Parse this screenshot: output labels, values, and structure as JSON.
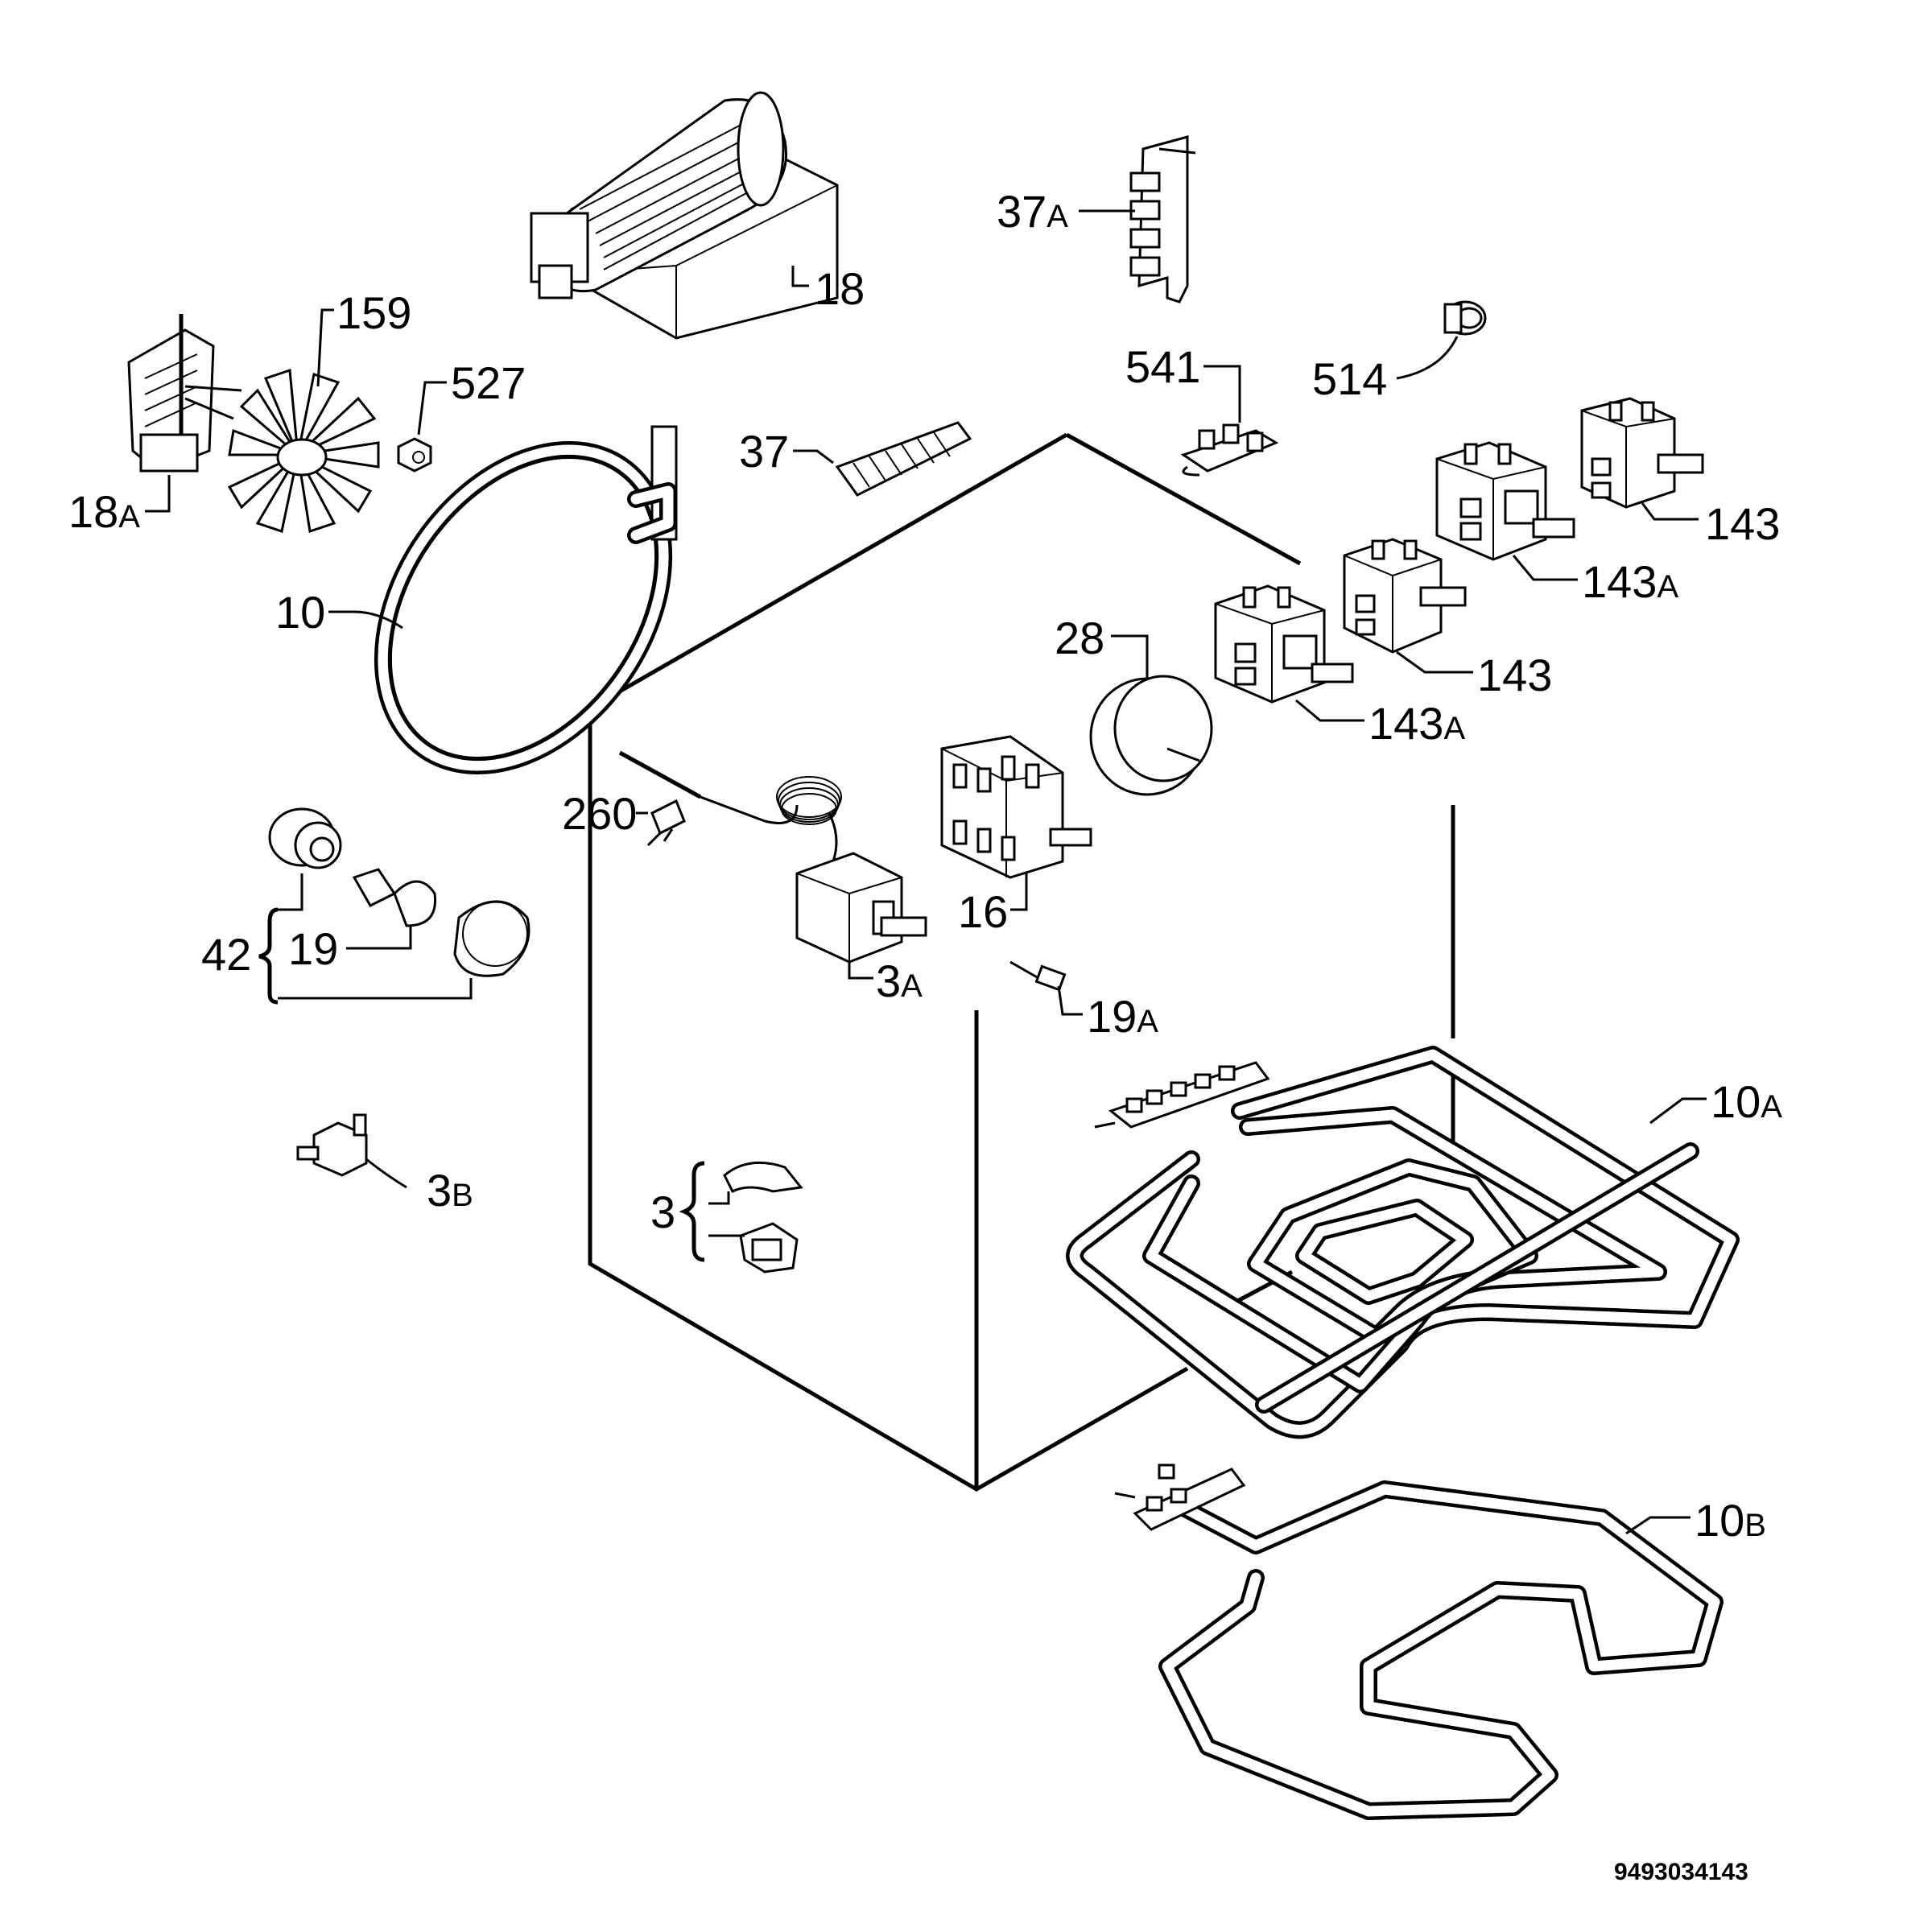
{
  "labels": {
    "p18": "18",
    "p37a": "37",
    "p37a_suffix": "A",
    "p159": "159",
    "p527": "527",
    "p541": "541",
    "p514": "514",
    "p18a": "18",
    "p18a_suffix": "A",
    "p37": "37",
    "p143_top": "143",
    "p143a_top": "143",
    "p143a_top_suffix": "A",
    "p10": "10",
    "p28": "28",
    "p143_mid": "143",
    "p143a_mid": "143",
    "p143a_mid_suffix": "A",
    "p260": "260",
    "p16": "16",
    "p42": "42",
    "p19": "19",
    "p3a": "3",
    "p3a_suffix": "A",
    "p19a": "19",
    "p19a_suffix": "A",
    "p10a": "10",
    "p10a_suffix": "A",
    "p3b": "3",
    "p3b_suffix": "B",
    "p3": "3",
    "p10b": "10",
    "p10b_suffix": "B"
  },
  "drawing_code": "9493034143"
}
